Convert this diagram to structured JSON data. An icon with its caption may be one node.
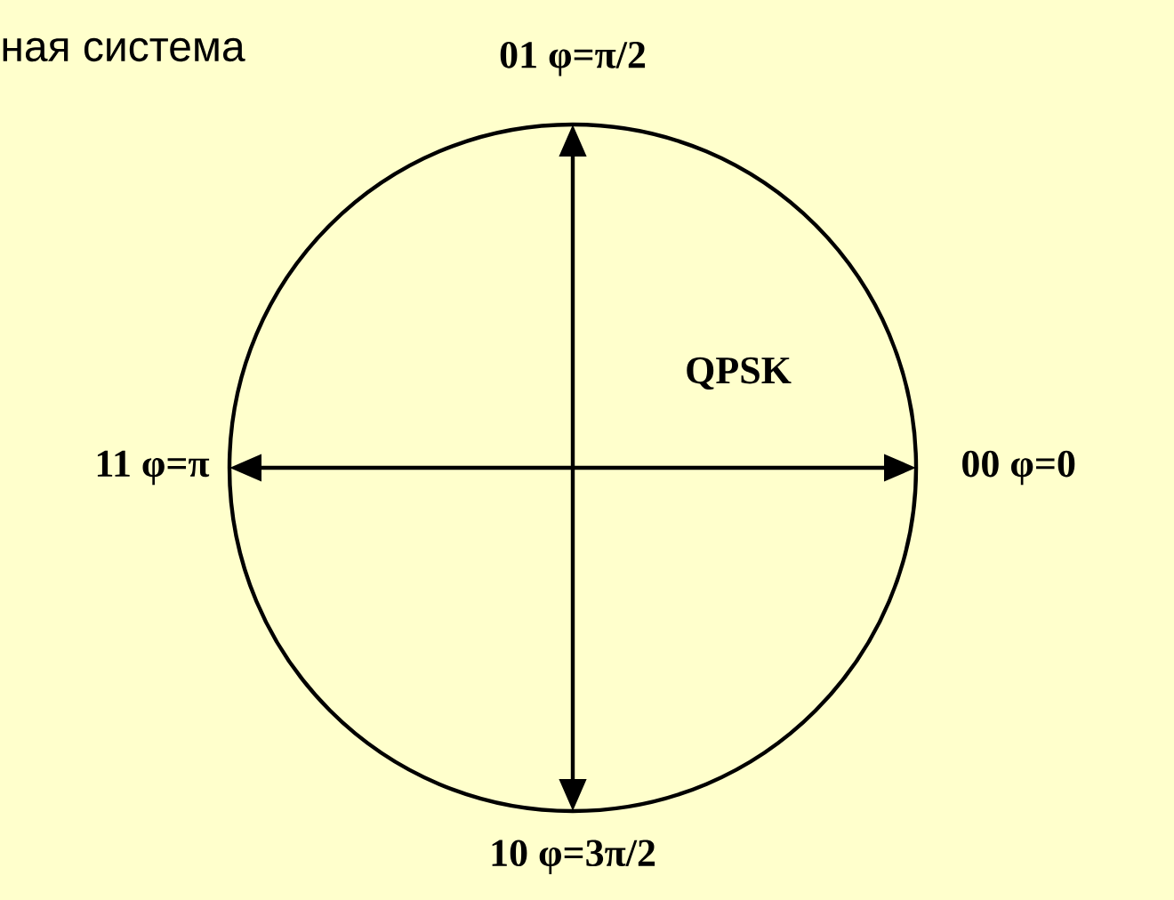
{
  "diagram": {
    "labels": [
      "ная система",
      "01 φ=π/2",
      "QPSK",
      "11 φ=π",
      "00 φ=0",
      "10 φ=3π/2"
    ]
  }
}
